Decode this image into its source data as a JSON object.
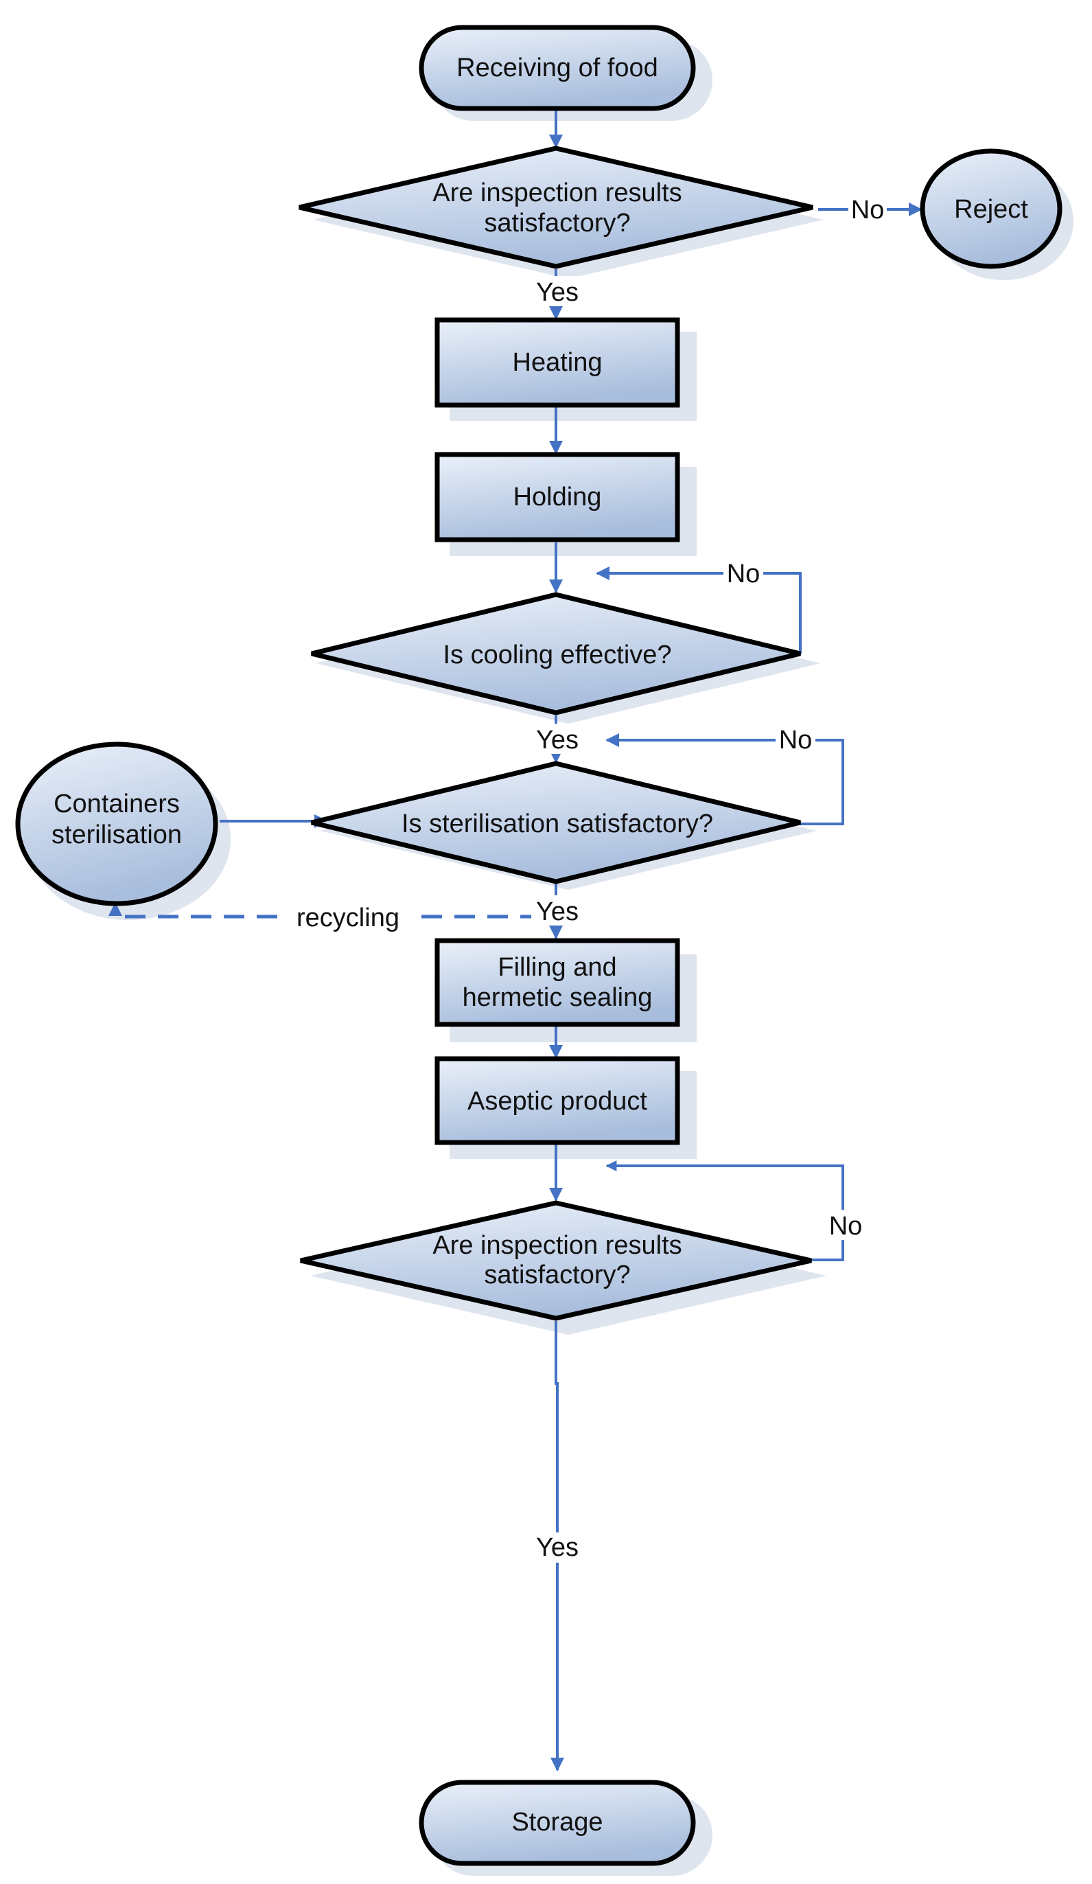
{
  "nodes": {
    "start": {
      "label": "Receiving of food"
    },
    "inspection_1": {
      "line1": "Are inspection results",
      "line2": "satisfactory?"
    },
    "reject": {
      "label": "Reject"
    },
    "heating": {
      "label": "Heating"
    },
    "holding": {
      "label": "Holding"
    },
    "cooling": {
      "label": "Is cooling effective?"
    },
    "sterilisation": {
      "label": "Is sterilisation satisfactory?"
    },
    "containers": {
      "line1": "Containers",
      "line2": "sterilisation"
    },
    "filling": {
      "line1": "Filling and",
      "line2": "hermetic sealing"
    },
    "aseptic": {
      "label": "Aseptic product"
    },
    "inspection_2": {
      "line1": "Are inspection results",
      "line2": "satisfactory?"
    },
    "storage": {
      "label": "Storage"
    }
  },
  "edge_labels": {
    "inspection_1_no": "No",
    "inspection_1_yes": "Yes",
    "cooling_no": "No",
    "cooling_yes": "Yes",
    "sterilisation_no": "No",
    "sterilisation_yes": "Yes",
    "recycling": "recycling",
    "inspection_2_no": "No",
    "inspection_2_yes": "Yes"
  },
  "colors": {
    "arrow": "#4472c4",
    "node_stroke": "#000000",
    "node_fill_light": "#e9eff8",
    "node_fill_dark": "#b4c7e3",
    "shadow": "#dde3ec"
  }
}
